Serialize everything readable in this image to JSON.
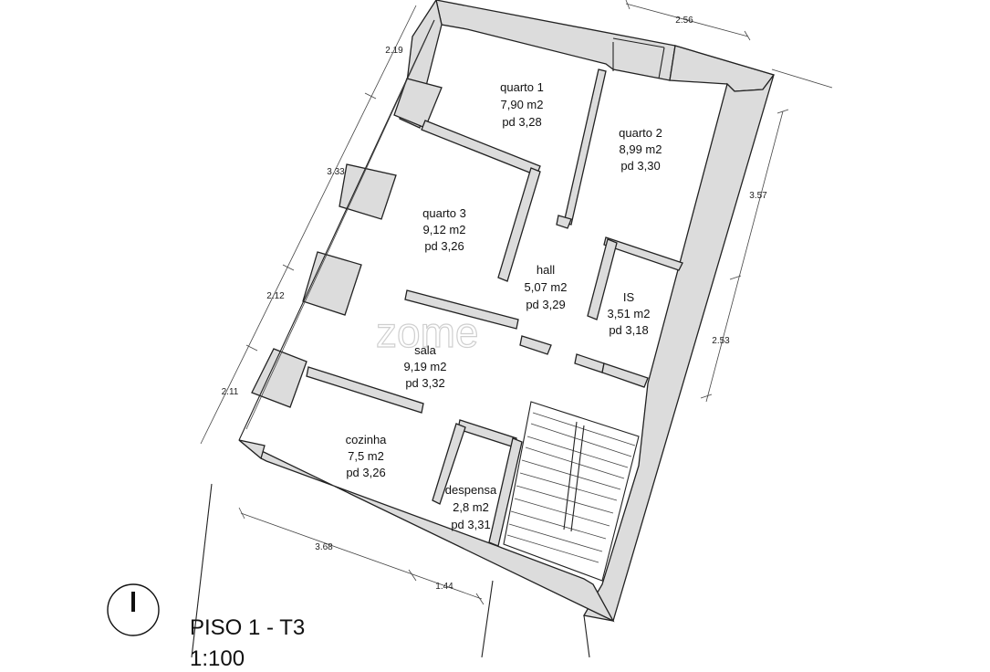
{
  "rooms": {
    "quarto1": {
      "name": "quarto 1",
      "area": "7,90 m2",
      "height": "pd 3,28"
    },
    "quarto2": {
      "name": "quarto 2",
      "area": "8,99 m2",
      "height": "pd 3,30"
    },
    "quarto3": {
      "name": "quarto 3",
      "area": "9,12 m2",
      "height": "pd 3,26"
    },
    "hall": {
      "name": "hall",
      "area": "5,07 m2",
      "height": "pd 3,29"
    },
    "is": {
      "name": "IS",
      "area": "3,51 m2",
      "height": "pd 3,18"
    },
    "sala": {
      "name": "sala",
      "area": "9,19 m2",
      "height": "pd 3,32"
    },
    "cozinha": {
      "name": "cozinha",
      "area": "7,5 m2",
      "height": "pd 3,26"
    },
    "despensa": {
      "name": "despensa",
      "area": "2,8 m2",
      "height": "pd 3,31"
    }
  },
  "dimensions": {
    "top": "2.56",
    "left_top": "2.19",
    "left_upper": "3.33",
    "left_middle": "2.12",
    "left_lower": "2.11",
    "right_upper": "3.57",
    "right_lower": "2.53",
    "bottom_left": "3.68",
    "bottom_right": "1.44"
  },
  "watermark": "zome",
  "north_icon": "north-arrow-icon",
  "title": "PISO 1 - T3",
  "scale": "1:100"
}
